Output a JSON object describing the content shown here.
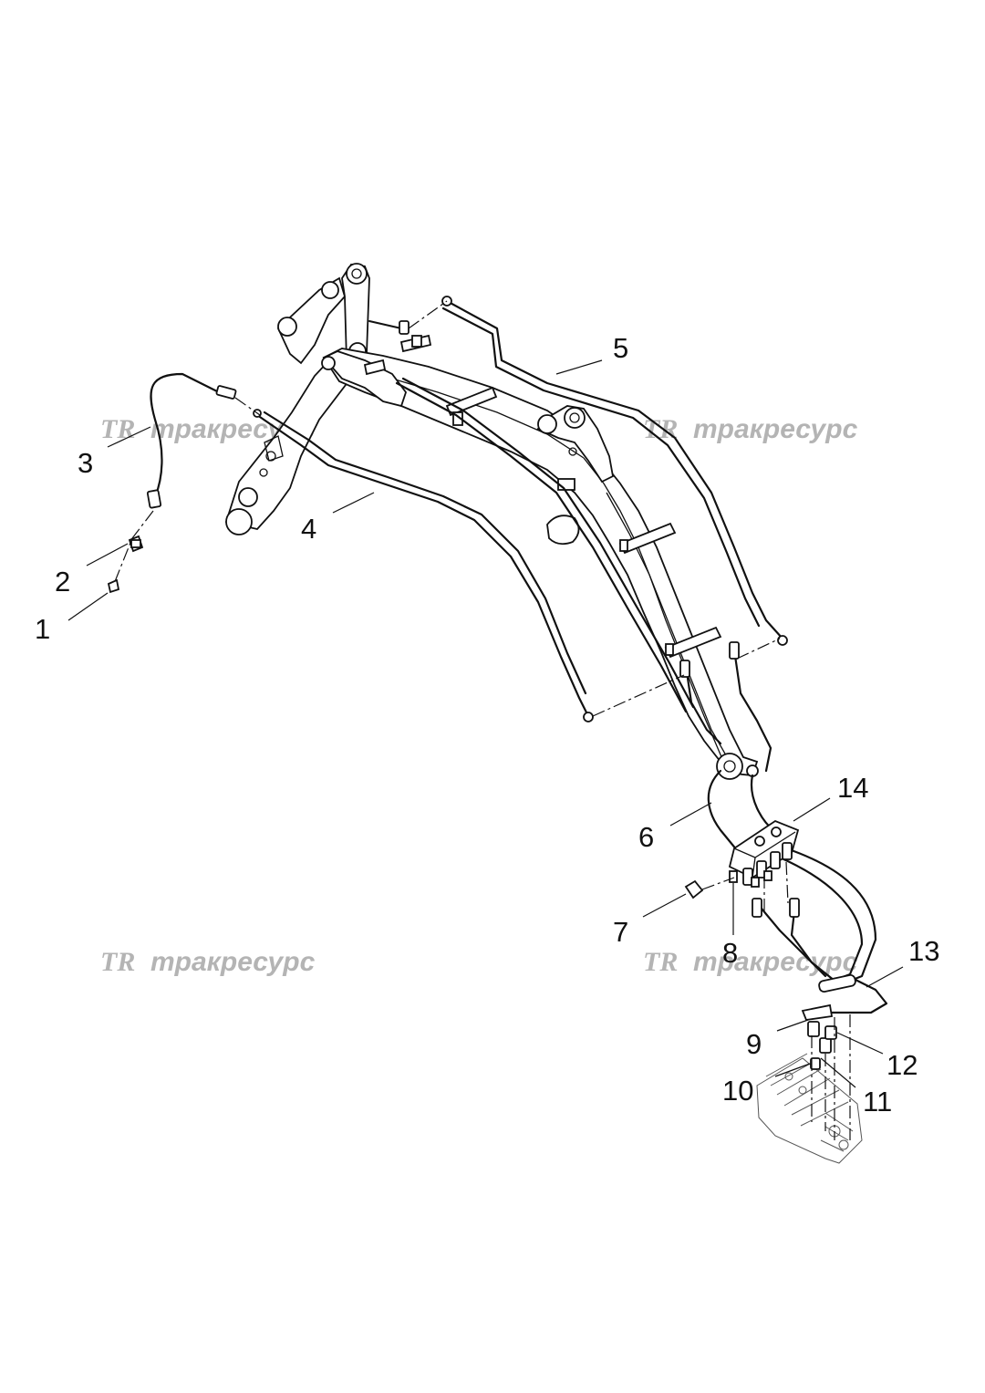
{
  "watermark": {
    "logo": "TR",
    "text": "тракресурс"
  },
  "callouts": [
    "1",
    "2",
    "3",
    "4",
    "5",
    "6",
    "7",
    "8",
    "9",
    "10",
    "11",
    "12",
    "13",
    "14"
  ]
}
